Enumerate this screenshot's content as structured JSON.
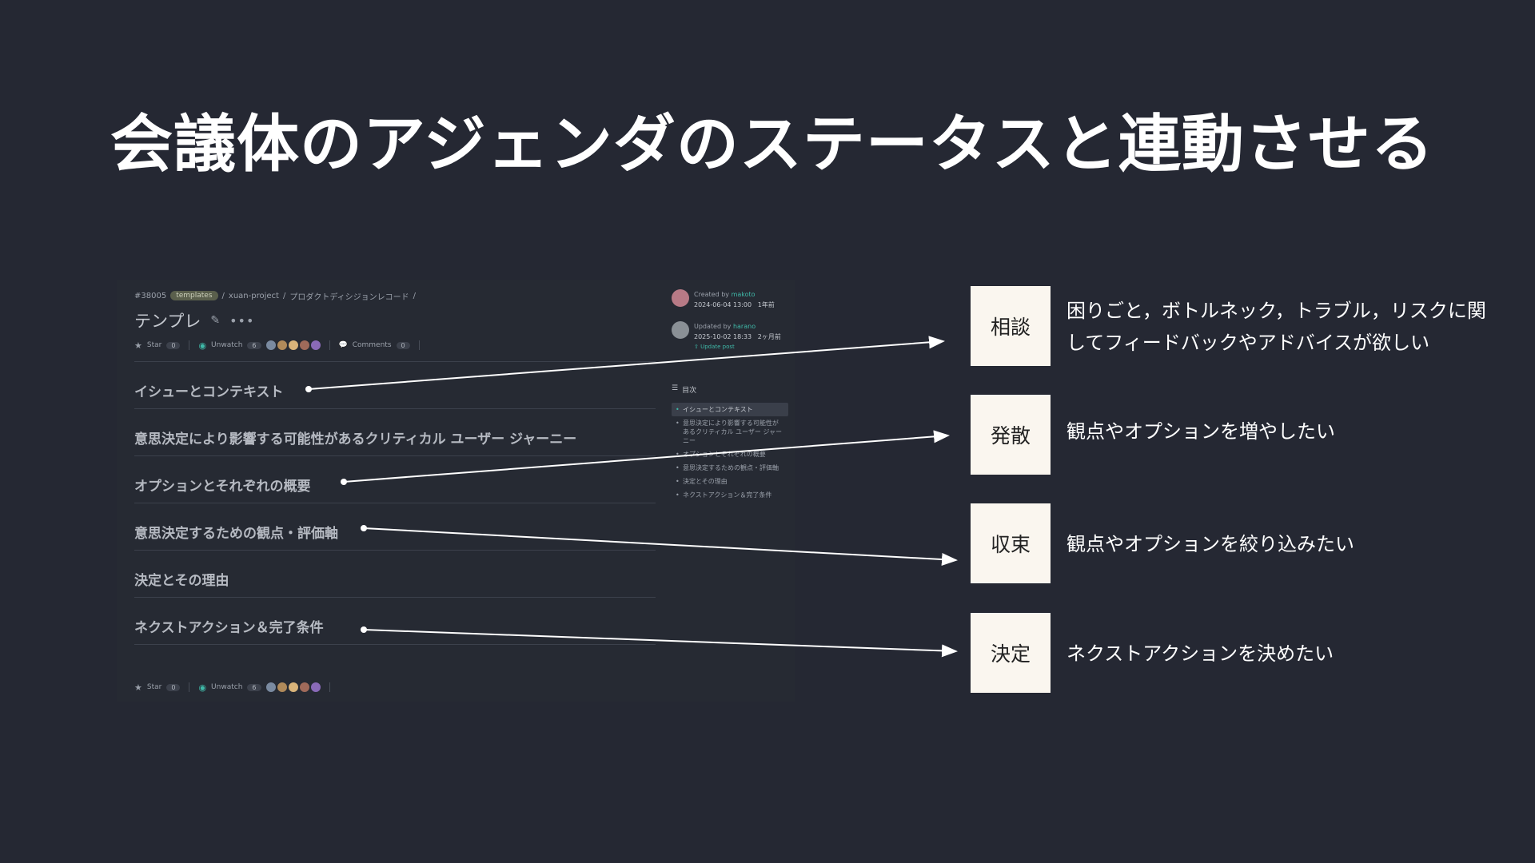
{
  "slide": {
    "title": "会議体のアジェンダのステータスと連動させる"
  },
  "screenshot": {
    "breadcrumb": {
      "id": "#38005",
      "tag": "templates",
      "sep1": "/",
      "project": "xuan-project",
      "sep2": "/",
      "folder": "プロダクトディシジョンレコード",
      "sep3": "/"
    },
    "page_title": "テンプレ",
    "actions": {
      "star_label": "Star",
      "star_count": "0",
      "unwatch_label": "Unwatch",
      "unwatch_count": "6",
      "comments_label": "Comments",
      "comments_count": "0"
    },
    "sections": [
      "イシューとコンテキスト",
      "意思決定により影響する可能性があるクリティカル ユーザー ジャーニー",
      "オプションとそれぞれの概要",
      "意思決定するための観点・評価軸",
      "決定とその理由",
      "ネクストアクション＆完了条件"
    ],
    "created": {
      "label": "Created by",
      "user": "makoto",
      "date": "2024-06-04 13:00",
      "ago": "1年前"
    },
    "updated": {
      "label": "Updated by",
      "user": "harano",
      "date": "2025-10-02 18:33",
      "ago": "2ヶ月前",
      "link": "Update post"
    },
    "toc": {
      "heading": "目次",
      "items": [
        "イシューとコンテキスト",
        "意思決定により影響する可能性があるクリティカル ユーザー ジャーニー",
        "オプションとそれぞれの概要",
        "意思決定するための観点・評価軸",
        "決定とその理由",
        "ネクストアクション＆完了条件"
      ]
    }
  },
  "statuses": [
    {
      "label": "相談",
      "desc_line1": "困りごと，ボトルネック，トラブル，リスクに関",
      "desc_line2": "してフィードバックやアドバイスが欲しい"
    },
    {
      "label": "発散",
      "desc_line1": "観点やオプションを増やしたい",
      "desc_line2": ""
    },
    {
      "label": "収束",
      "desc_line1": "観点やオプションを絞り込みたい",
      "desc_line2": ""
    },
    {
      "label": "決定",
      "desc_line1": "ネクストアクションを決めたい",
      "desc_line2": ""
    }
  ],
  "colors": {
    "background": "#252833",
    "accent": "#3fb9a8",
    "box": "#faf6ef"
  }
}
